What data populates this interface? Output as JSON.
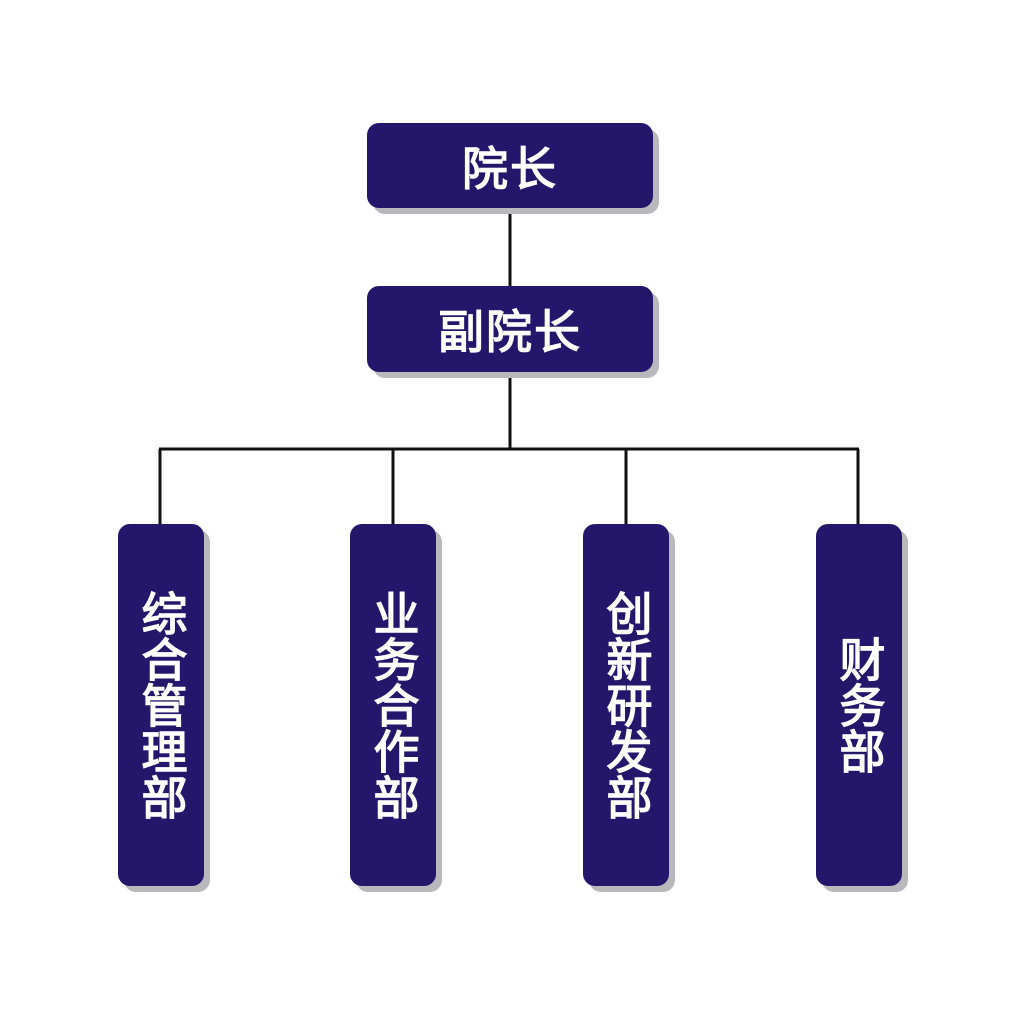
{
  "org_chart": {
    "president": "院长",
    "vice_president": "副院长",
    "departments": [
      "综合管理部",
      "业务合作部",
      "创新研发部",
      "财务部"
    ]
  },
  "colors": {
    "node_fill": "#24166a",
    "node_text": "#ffffff",
    "node_shadow": "#b9b9bd",
    "connector": "#111111",
    "background": "#ffffff"
  }
}
